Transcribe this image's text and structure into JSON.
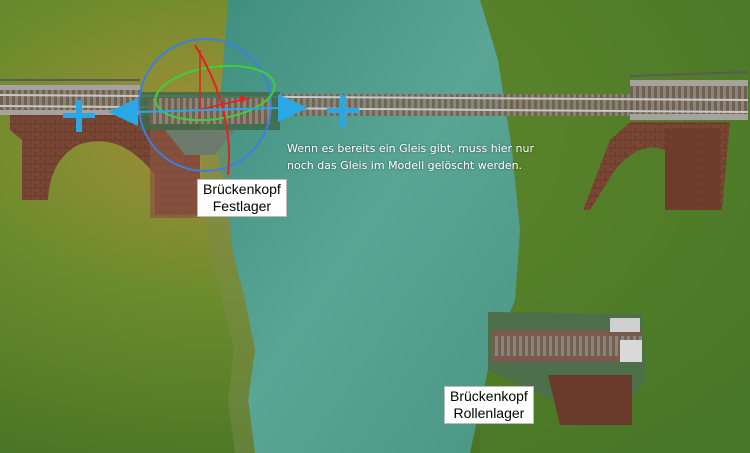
{
  "viewport": {
    "title": ""
  },
  "labels": {
    "fixed_bearing": {
      "line1": "Brückenkopf",
      "line2": "Festlager"
    },
    "roller_bearing": {
      "line1": "Brückenkopf",
      "line2": "Rollenlager"
    }
  },
  "hint": {
    "line1": "Wenn es bereits ein Gleis gibt, muss hier nur",
    "line2": "noch das Gleis im Modell gelöscht werden."
  },
  "colors": {
    "grass": "#5a8a2e",
    "grass_dark": "#3f6b20",
    "river": "#4f9a86",
    "track_rail": "#9a9a9a",
    "sleeper": "#7a6a58",
    "brick": "#7b4a38",
    "gizmo_arrow": "#2aa8e6",
    "gizmo_ring_blue": "#3b7fe0",
    "gizmo_ring_green": "#3ad13a",
    "gizmo_ring_red": "#e02222"
  },
  "icons": [
    "move-left-arrow-icon",
    "move-right-arrow-icon",
    "plus-icon",
    "rotation-gizmo-icon"
  ]
}
